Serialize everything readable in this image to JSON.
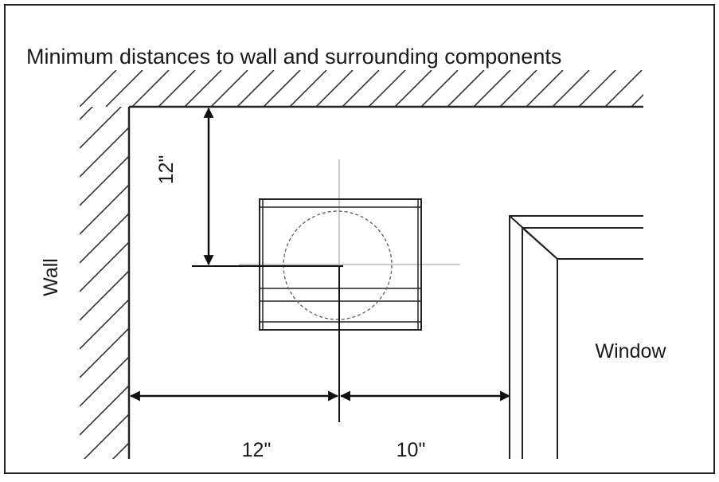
{
  "title": "Minimum distances to wall and surrounding components",
  "labels": {
    "wall": "Wall",
    "window": "Window"
  },
  "dimensions": {
    "top_clearance": "12\"",
    "left_clearance": "12\"",
    "right_clearance": "10\""
  },
  "colors": {
    "ink": "#1a1a1a",
    "centerline": "#b8b8b8",
    "border": "#222222",
    "background": "#ffffff"
  }
}
